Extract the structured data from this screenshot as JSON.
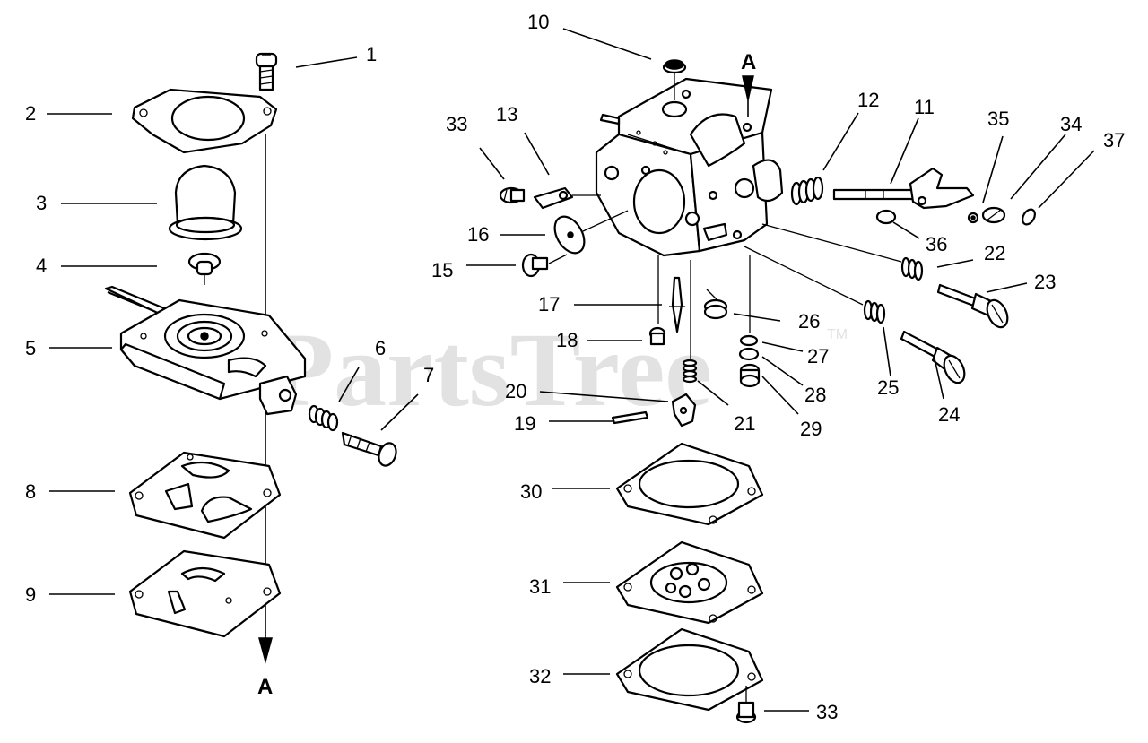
{
  "watermark": {
    "text": "PartsTree",
    "trademark": "TM"
  },
  "axis_markers": [
    {
      "id": "top",
      "text": "A"
    },
    {
      "id": "bottom",
      "text": "A"
    }
  ],
  "labels": [
    {
      "id": "c1",
      "text": "1"
    },
    {
      "id": "c2",
      "text": "2"
    },
    {
      "id": "c3",
      "text": "3"
    },
    {
      "id": "c4",
      "text": "4"
    },
    {
      "id": "c5",
      "text": "5"
    },
    {
      "id": "c6",
      "text": "6"
    },
    {
      "id": "c7",
      "text": "7"
    },
    {
      "id": "c8",
      "text": "8"
    },
    {
      "id": "c9",
      "text": "9"
    },
    {
      "id": "c10",
      "text": "10"
    },
    {
      "id": "c11",
      "text": "11"
    },
    {
      "id": "c12",
      "text": "12"
    },
    {
      "id": "c13",
      "text": "13"
    },
    {
      "id": "c15",
      "text": "15"
    },
    {
      "id": "c16",
      "text": "16"
    },
    {
      "id": "c17",
      "text": "17"
    },
    {
      "id": "c18",
      "text": "18"
    },
    {
      "id": "c19",
      "text": "19"
    },
    {
      "id": "c20",
      "text": "20"
    },
    {
      "id": "c21",
      "text": "21"
    },
    {
      "id": "c22",
      "text": "22"
    },
    {
      "id": "c23",
      "text": "23"
    },
    {
      "id": "c24",
      "text": "24"
    },
    {
      "id": "c25",
      "text": "25"
    },
    {
      "id": "c26",
      "text": "26"
    },
    {
      "id": "c27",
      "text": "27"
    },
    {
      "id": "c28",
      "text": "28"
    },
    {
      "id": "c29",
      "text": "29"
    },
    {
      "id": "c30",
      "text": "30"
    },
    {
      "id": "c31",
      "text": "31"
    },
    {
      "id": "c32",
      "text": "32"
    },
    {
      "id": "c33a",
      "text": "33"
    },
    {
      "id": "c33b",
      "text": "33"
    },
    {
      "id": "c34",
      "text": "34"
    },
    {
      "id": "c35",
      "text": "35"
    },
    {
      "id": "c36",
      "text": "36"
    },
    {
      "id": "c37",
      "text": "37"
    }
  ]
}
